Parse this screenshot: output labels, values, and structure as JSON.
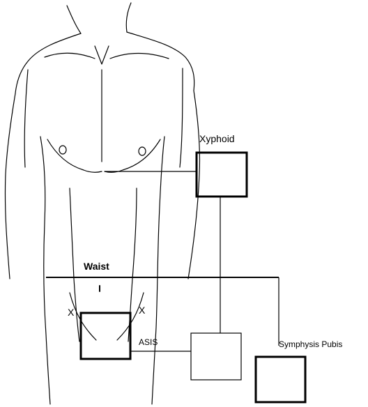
{
  "labels": {
    "xyphoid": "Xyphoid",
    "waist": "Waist",
    "asis": "ASIS",
    "symphysis": "Symphysis Pubis",
    "x_left": "X",
    "x_right": "X"
  },
  "colors": {
    "line": "#000000",
    "background": "#ffffff"
  }
}
